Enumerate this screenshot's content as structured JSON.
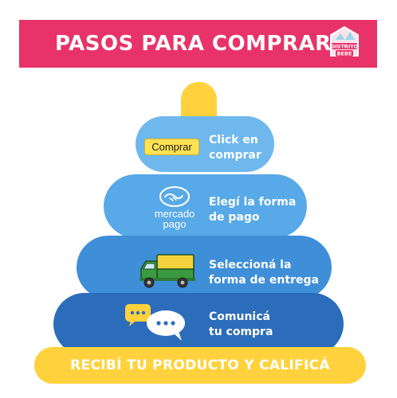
{
  "banner": {
    "title": "PASOS PARA COMPRAR",
    "logo_text_top": "DISTRITO",
    "logo_text_bottom": "BEBE"
  },
  "steps": [
    {
      "button_label": "Comprar",
      "line1": "Click en",
      "line2": "comprar"
    },
    {
      "logo_line1": "mercado",
      "logo_line2": "pago",
      "line1": "Elegí la forma",
      "line2": "de pago"
    },
    {
      "icon": "truck-icon",
      "line1": "Seleccioná la",
      "line2": "forma de entrega"
    },
    {
      "icon": "chat-bubbles-icon",
      "line1": "Comunicá",
      "line2": "tu compra"
    }
  ],
  "footer": {
    "text": "RECIBÍ TU PRODUCTO Y CALIFICÁ"
  },
  "colors": {
    "banner": "#e8336a",
    "yellow": "#ffd23d",
    "ring1": "#6eb8ee",
    "ring2": "#58a9e7",
    "ring3": "#3f8fd8",
    "ring4": "#2b6dbb",
    "truck_cab": "#3a9a3f",
    "truck_cargo": "#f4d23d"
  }
}
